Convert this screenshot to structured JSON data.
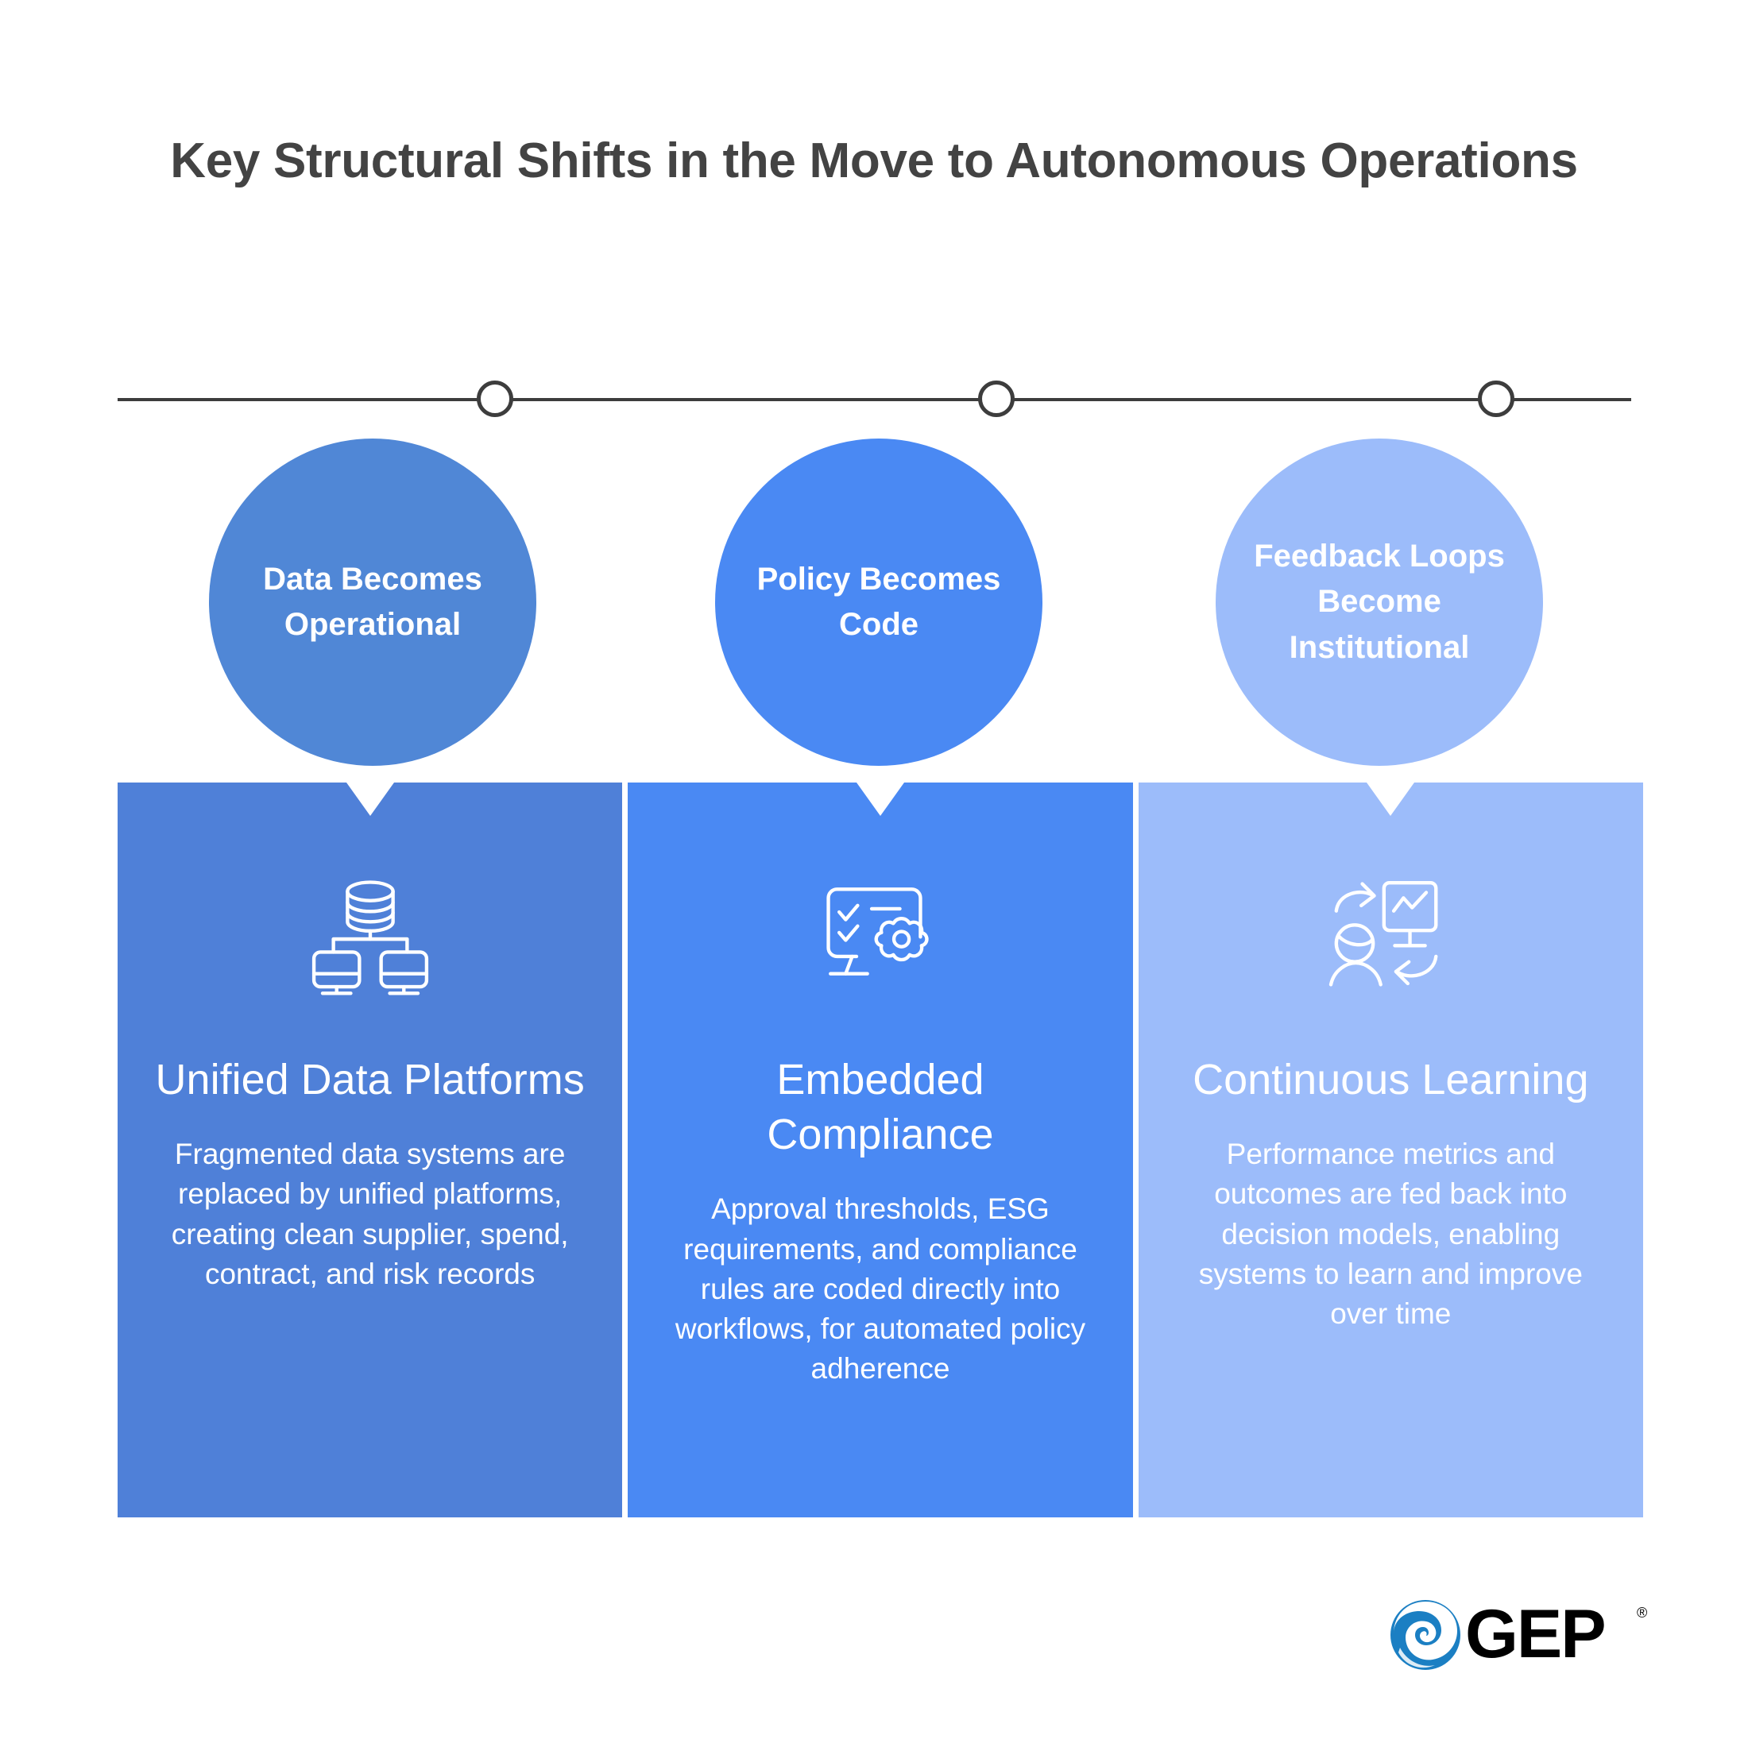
{
  "page": {
    "title": "Key Structural Shifts in the Move to Autonomous Operations",
    "background_color": "#ffffff",
    "title_color": "#434343"
  },
  "timeline": {
    "line_color": "#3d3d3d",
    "nodes": [
      {
        "label": "node-1"
      },
      {
        "label": "node-2"
      },
      {
        "label": "node-3"
      }
    ]
  },
  "circles": [
    {
      "label": "Data Becomes Operational",
      "color": "#5087d6"
    },
    {
      "label": "Policy Becomes Code",
      "color": "#4a89f3"
    },
    {
      "label": "Feedback Loops Become Institutional",
      "color": "#9cbcfa"
    }
  ],
  "panels": [
    {
      "icon": "database-network-icon",
      "heading": "Unified Data Platforms",
      "body": "Fragmented data systems are replaced by unified platforms, creating clean supplier, spend, contract, and risk records",
      "color": "#4f80d8"
    },
    {
      "icon": "checklist-gear-icon",
      "heading": "Embedded Compliance",
      "body": "Approval thresholds, ESG requirements, and compliance rules are coded directly into workflows, for automated policy adherence",
      "color": "#4a89f3"
    },
    {
      "icon": "feedback-loop-person-chart-icon",
      "heading": "Continuous Learning",
      "body": "Performance metrics and outcomes are fed back into decision models, enabling systems to learn and improve over time",
      "color": "#9cbcfa"
    }
  ],
  "logo": {
    "name": "GEP",
    "wordmark": "GEP",
    "trademark": "®",
    "swirl_color": "#1b7fc3",
    "text_color": "#000000"
  }
}
